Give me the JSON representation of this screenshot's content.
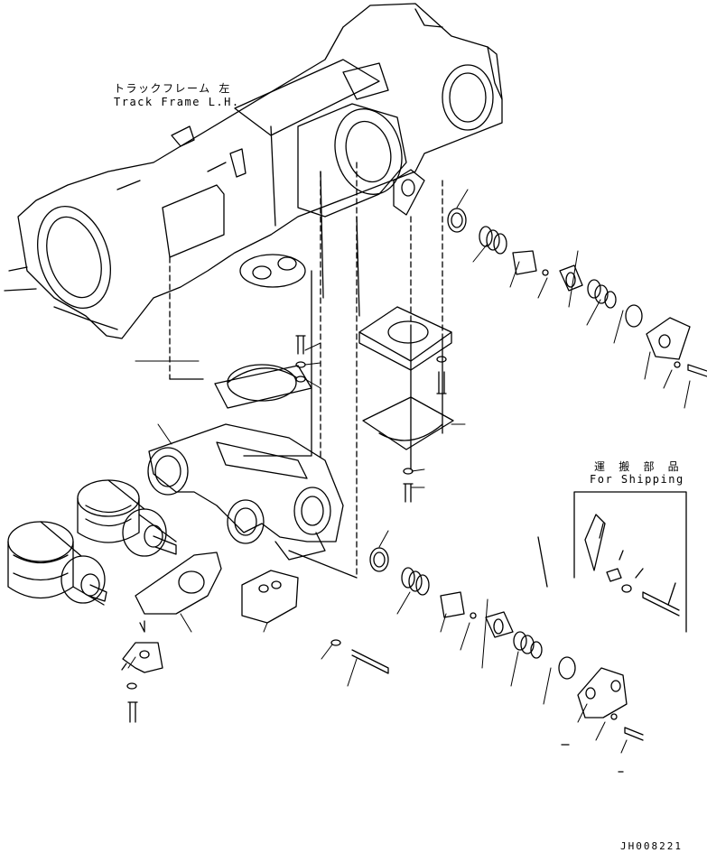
{
  "labels": {
    "frame_jp": "トラックフレーム 左",
    "frame_en": "Track Frame L.H.",
    "shipping_jp": "運 搬 部 品",
    "shipping_en": "For Shipping",
    "drawing_code": "JH008221"
  },
  "colors": {
    "line": "#000000",
    "background": "#ffffff"
  },
  "icons": [
    "track-frame",
    "bogie-frame",
    "track-roller",
    "seal",
    "bushing",
    "collar",
    "cover-plate",
    "bolt",
    "washer",
    "shipping-bracket"
  ]
}
